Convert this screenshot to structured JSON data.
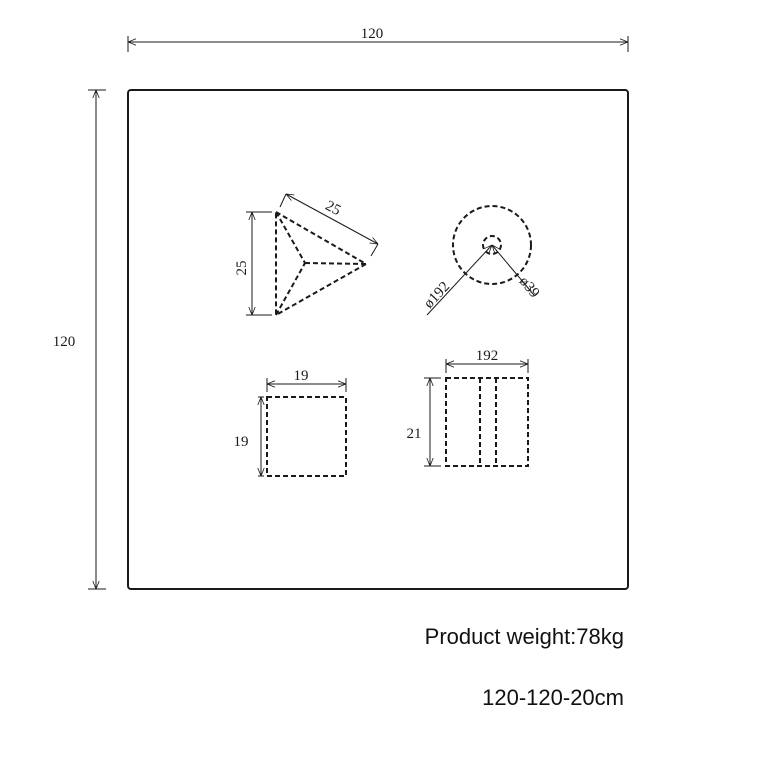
{
  "dimensions": {
    "overall_width": "120",
    "overall_height": "120",
    "triangle_side": "25",
    "triangle_height": "25",
    "round_outer_diameter": "ø192",
    "round_inner_diameter": "ø39",
    "square_width": "19",
    "square_height": "19",
    "rect_width": "192",
    "rect_height": "21"
  },
  "notes": {
    "weight": "Product weight:78kg",
    "size": "120-120-20cm"
  }
}
